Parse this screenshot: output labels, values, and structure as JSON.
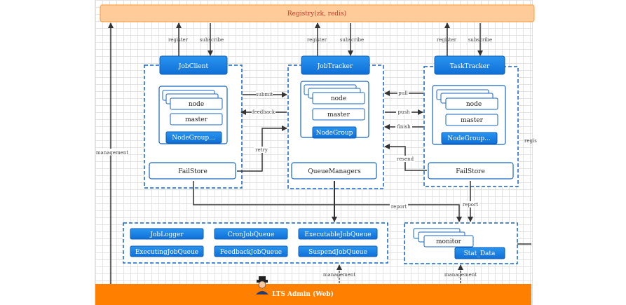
{
  "registry": {
    "label": "Registry(zk, redis)"
  },
  "admin": {
    "label": "LTS Admin (Web)"
  },
  "components": {
    "jobclient": {
      "title": "JobClient",
      "node": "node",
      "master": "master",
      "nodegroup": "NodeGroup...",
      "store": "FailStore"
    },
    "jobtracker": {
      "title": "JobTracker",
      "node": "node",
      "master": "master",
      "nodegroup": "NodeGroup",
      "store": "QueueManagers"
    },
    "tasktracker": {
      "title": "TaskTracker",
      "node": "node",
      "master": "master",
      "nodegroup": "NodeGroup...",
      "store": "FailStore"
    }
  },
  "edges": {
    "register": "register",
    "subscribe": "subscribe",
    "submit": "submit",
    "feedback": "feedback",
    "retry": "retry",
    "pull": "pull",
    "push": "push",
    "finish": "finish",
    "resend": "resend",
    "report": "report",
    "management": "management",
    "regis_cut": "regis"
  },
  "queues": [
    "JobLogger",
    "CronJobQueue",
    "ExecutableJobQueue",
    "ExecutingJobQueue",
    "FeedbackJobQueue",
    "SuspendJobQueue"
  ],
  "monitor": {
    "label": "monitor",
    "stat": "Stat_Data"
  },
  "colors": {
    "primary_blue": "#1e88e5",
    "dark_blue": "#1565c0",
    "orange": "#ff7f00",
    "registry_fill": "#ffcc99",
    "registry_text": "#c0392b"
  }
}
